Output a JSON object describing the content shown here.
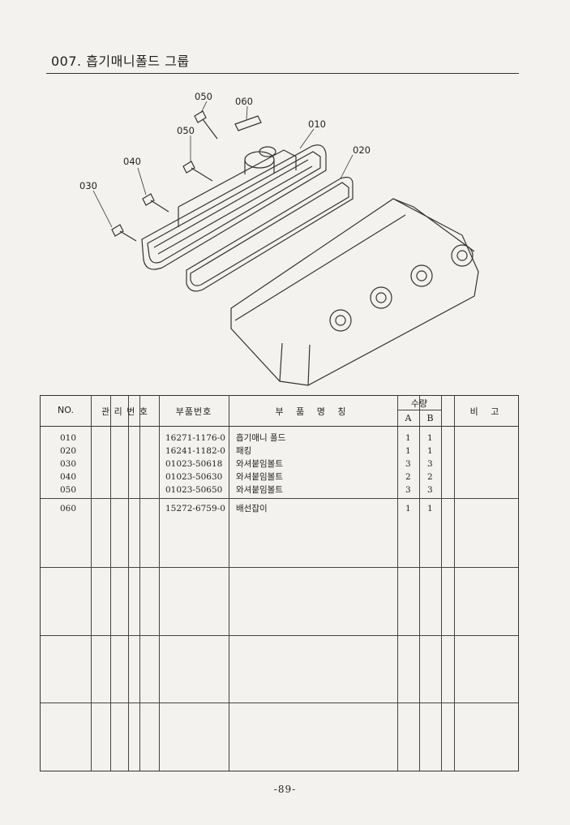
{
  "header": {
    "title": "007. 흡기매니폴드 그룹"
  },
  "diagram": {
    "callouts": [
      "050",
      "060",
      "050",
      "010",
      "040",
      "020",
      "030"
    ]
  },
  "table": {
    "headers": {
      "no": "NO.",
      "mgmt": "관 리 번 호",
      "part_no": "부품번호",
      "part_name": "부 품 명 칭",
      "qty": "수량",
      "qty_a": "A",
      "qty_b": "B",
      "remarks": "비 고"
    },
    "rows": [
      {
        "no": "010",
        "part_no": "16271-1176-0",
        "name": "흡기매니 폴드",
        "a": "1",
        "b": "1"
      },
      {
        "no": "020",
        "part_no": "16241-1182-0",
        "name": "패킹",
        "a": "1",
        "b": "1"
      },
      {
        "no": "030",
        "part_no": "01023-50618",
        "name": "와셔붙임볼트",
        "a": "3",
        "b": "3"
      },
      {
        "no": "040",
        "part_no": "01023-50630",
        "name": "와셔붙임볼트",
        "a": "2",
        "b": "2"
      },
      {
        "no": "050",
        "part_no": "01023-50650",
        "name": "와셔붙임볼트",
        "a": "3",
        "b": "3"
      },
      {
        "no": "060",
        "part_no": "15272-6759-0",
        "name": "배선잡이",
        "a": "1",
        "b": "1"
      }
    ]
  },
  "footer": {
    "page_number": "-89-"
  }
}
